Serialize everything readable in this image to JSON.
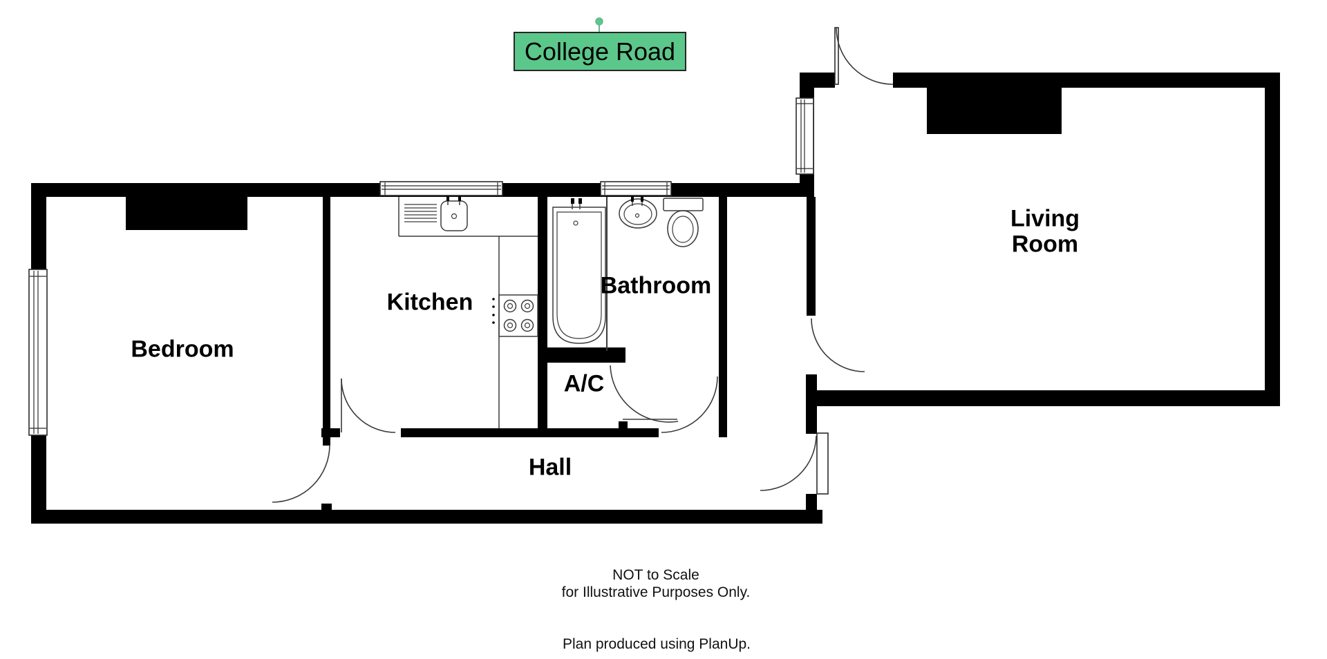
{
  "street_label": {
    "text": "College Road"
  },
  "rooms": {
    "bedroom": "Bedroom",
    "kitchen": "Kitchen",
    "bathroom": "Bathroom",
    "airing_cupboard": "A/C",
    "hall": "Hall",
    "living_room": "Living\nRoom"
  },
  "footer": {
    "line1": "NOT to Scale",
    "line2": "for Illustrative Purposes Only.",
    "line3": "Plan produced using PlanUp."
  },
  "colors": {
    "wall": "#000000",
    "line": "#3a3a3a",
    "street_fill": "#5cc78a",
    "street_border": "#262626",
    "street_stalk": "#67b98b"
  }
}
